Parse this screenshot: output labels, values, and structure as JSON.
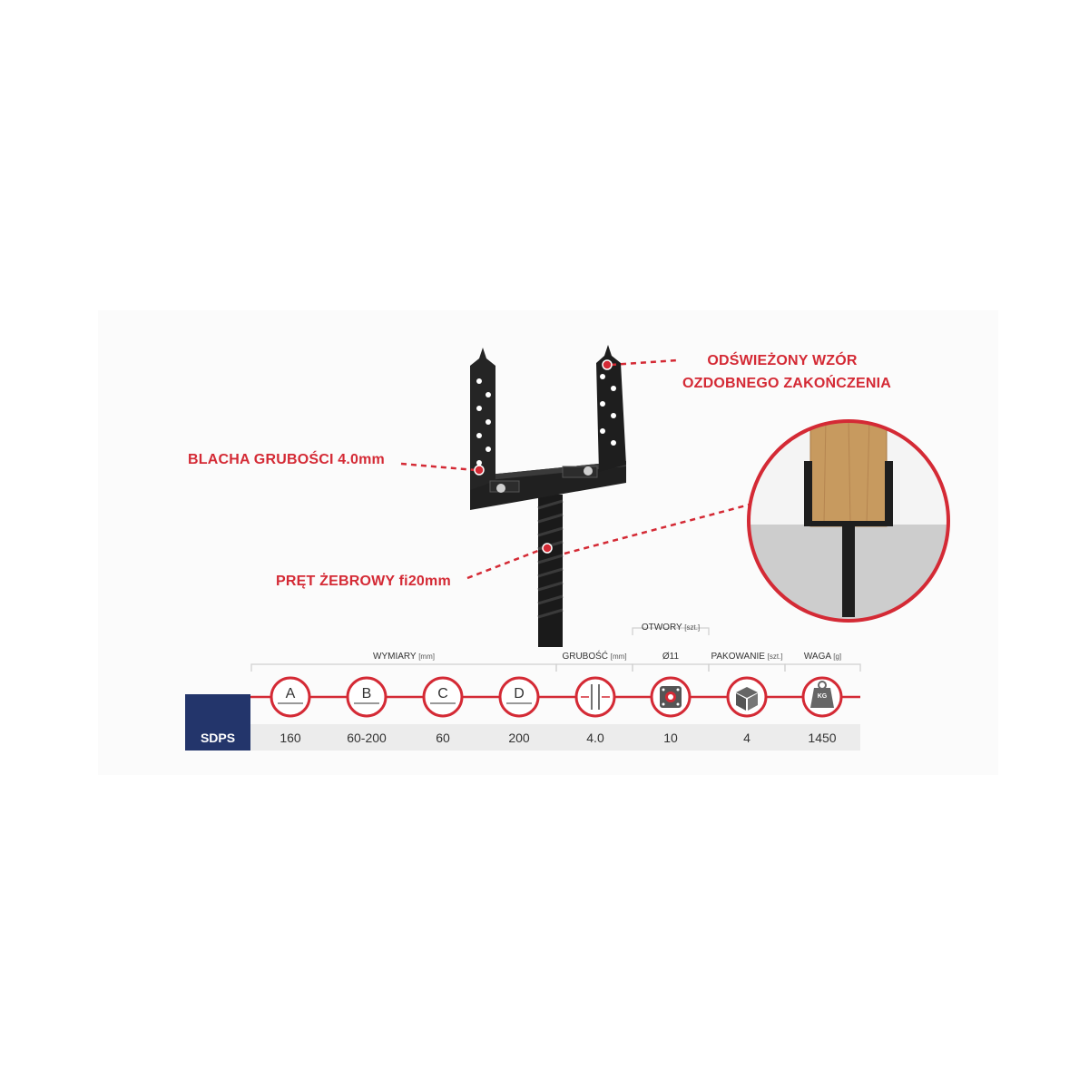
{
  "callouts": {
    "top_line1": "ODŚWIEŻONY WZÓR",
    "top_line2": "OZDOBNEGO ZAKOŃCZENIA",
    "plate": "BLACHA GRUBOŚCI 4.0mm",
    "rod": "PRĘT ŻEBROWY fi20mm"
  },
  "table": {
    "model": "SDPS",
    "groups": {
      "dimensions": "WYMIARY",
      "dimensions_unit": "[mm]",
      "thickness": "GRUBOŚĆ",
      "thickness_unit": "[mm]",
      "holes": "OTWORY",
      "holes_unit": "[szt.]",
      "holes_sub": "Ø11",
      "packaging": "PAKOWANIE",
      "packaging_unit": "[szt.]",
      "weight": "WAGA",
      "weight_unit": "[g]"
    },
    "dim_letters": [
      "A",
      "B",
      "C",
      "D"
    ],
    "weight_icon_text": "KG",
    "values": [
      "160",
      "60-200",
      "60",
      "200",
      "4.0",
      "10",
      "4",
      "1450"
    ]
  },
  "colors": {
    "accent_red": "#d42a35",
    "model_blue": "#23356b"
  },
  "icons": [
    "thickness-icon",
    "hole-plate-icon",
    "box-icon",
    "weight-icon"
  ]
}
